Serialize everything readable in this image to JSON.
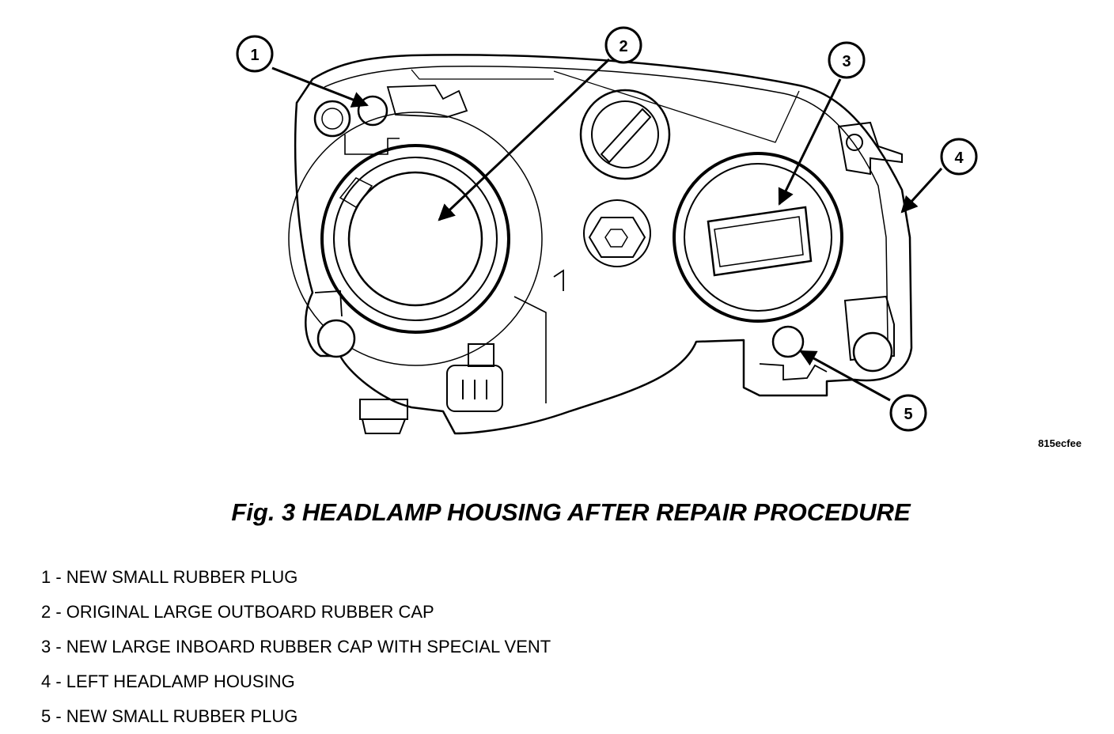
{
  "figure": {
    "code": "815ecfee",
    "caption": "Fig. 3 HEADLAMP HOUSING AFTER REPAIR PROCEDURE"
  },
  "callouts": [
    {
      "number": "1"
    },
    {
      "number": "2"
    },
    {
      "number": "3"
    },
    {
      "number": "4"
    },
    {
      "number": "5"
    }
  ],
  "legend": [
    "1 - NEW SMALL RUBBER PLUG",
    "2 - ORIGINAL LARGE OUTBOARD RUBBER CAP",
    "3 - NEW LARGE INBOARD RUBBER CAP WITH SPECIAL VENT",
    "4 - LEFT HEADLAMP HOUSING",
    "5 - NEW SMALL RUBBER PLUG"
  ]
}
